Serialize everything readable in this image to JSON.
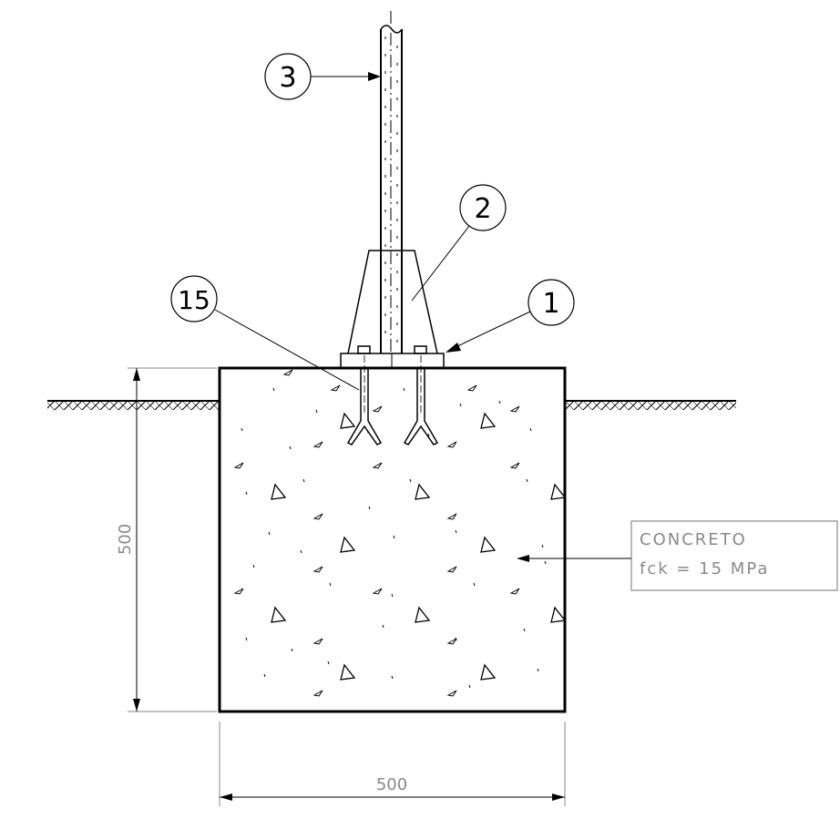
{
  "callouts": [
    {
      "id": "pole",
      "label": "3"
    },
    {
      "id": "gusset",
      "label": "2"
    },
    {
      "id": "base-plate",
      "label": "1"
    },
    {
      "id": "anchor-bolt",
      "label": "15"
    }
  ],
  "dimensions": {
    "width": "500",
    "height": "500"
  },
  "material_note": {
    "line1": "CONCRETO",
    "line2": "fck = 15 MPa"
  }
}
